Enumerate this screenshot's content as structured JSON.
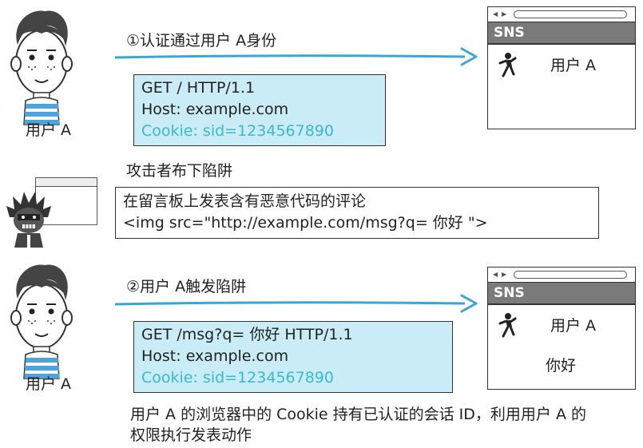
{
  "step1": {
    "label": "①认证通过用户 A身份",
    "user_label": "用户 A",
    "request": {
      "line1": "GET / HTTP/1.1",
      "line2": "Host: example.com",
      "line3": "Cookie: sid=1234567890"
    },
    "browser": {
      "site": "SNS",
      "user": "用户 A"
    }
  },
  "trap": {
    "label": "攻击者布下陷阱",
    "box": {
      "line1": "在留言板上发表含有恶意代码的评论",
      "line2": "<img src=\"http://example.com/msg?q= 你好 \">"
    }
  },
  "step2": {
    "label": "②用户 A触发陷阱",
    "user_label": "用户 A",
    "request": {
      "line1": "GET /msg?q= 你好 HTTP/1.1",
      "line2": "Host: example.com",
      "line3": "Cookie: sid=1234567890"
    },
    "browser": {
      "site": "SNS",
      "user": "用户 A",
      "message": "你好"
    }
  },
  "footer": {
    "line1": "用户 A 的浏览器中的 Cookie 持有已认证的会话 ID，利用用户 A 的",
    "line2": "权限执行发表动作"
  },
  "colors": {
    "arrow": "#3aa6d6",
    "request_bg": "#c9ecf7",
    "cookie_text": "#3bb7d8",
    "sns_bar": "#7a7a7a",
    "shirt_stripe": "#4ea3d8"
  }
}
